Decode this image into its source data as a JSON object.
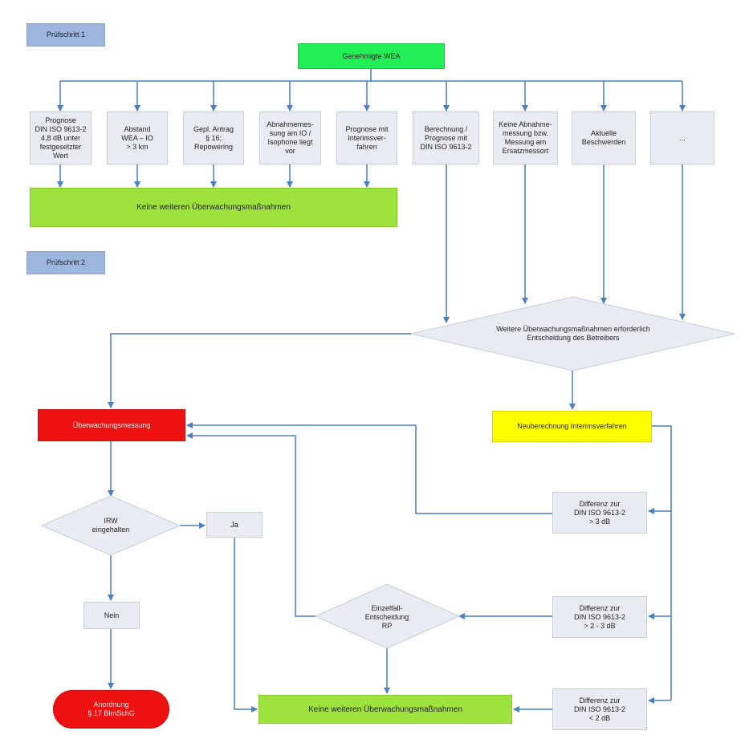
{
  "labels": {
    "step1": "Prüfschritt 1",
    "step2": "Prüfschritt 2",
    "top": "Genehmigte WEA",
    "box1": "Prognose\nDIN ISO 9613-2\n4,8 dB unter\nfestgesetzter\nWert",
    "box2": "Abstand\nWEA – IO\n> 3 km",
    "box3": "Gepl. Antrag\n§ 16;\nRepowering",
    "box4": "Abnahmemes-\nsung am IO /\nIsophone liegt\nvor",
    "box5": "Prognose mit\nInterimsver-\nfahren",
    "box6": "Berechnung /\nPrognose mit\nDIN ISO 9613-2",
    "box7": "Keine Abnahme-\nmessung bzw.\nMessung am\nErsatzmessort",
    "box8": "Aktuelle\nBeschwerden",
    "box9": "...",
    "noFurther1": "Keine weiteren Überwachungsmaßnahmen",
    "decision": "Weitere Überwachungsmaßnahmen erforderlich\nEntscheidung des Betreibers",
    "monitoring": "Überwachungsmessung",
    "recalc": "Neuberechnung Interimsverfahren",
    "irw": "IRW\neingehalten",
    "ja": "Ja",
    "nein": "Nein",
    "order": "Anordnung\n§ 17 BImSchG",
    "diff1": "Differenz zur\nDIN ISO 9613-2\n> 3 dB",
    "diff2": "Differenz zur\nDIN ISO 9613-2\n> 2 - 3 dB",
    "diff3": "Differenz zur\nDIN ISO 9613-2\n< 2 dB",
    "einzelfall": "Einzelfall-\nEntscheidung\nRP",
    "noFurther2": "Keine weiteren Überwachungsmaßnahmen"
  },
  "colors": {
    "arrow": "#4a7fc1",
    "step": "#9db6de",
    "greenTop": "#22ee55",
    "lightGreen": "#9ee23e",
    "red": "#ee1111",
    "yellow": "#ffff00",
    "gray": "#e8ebf1"
  }
}
